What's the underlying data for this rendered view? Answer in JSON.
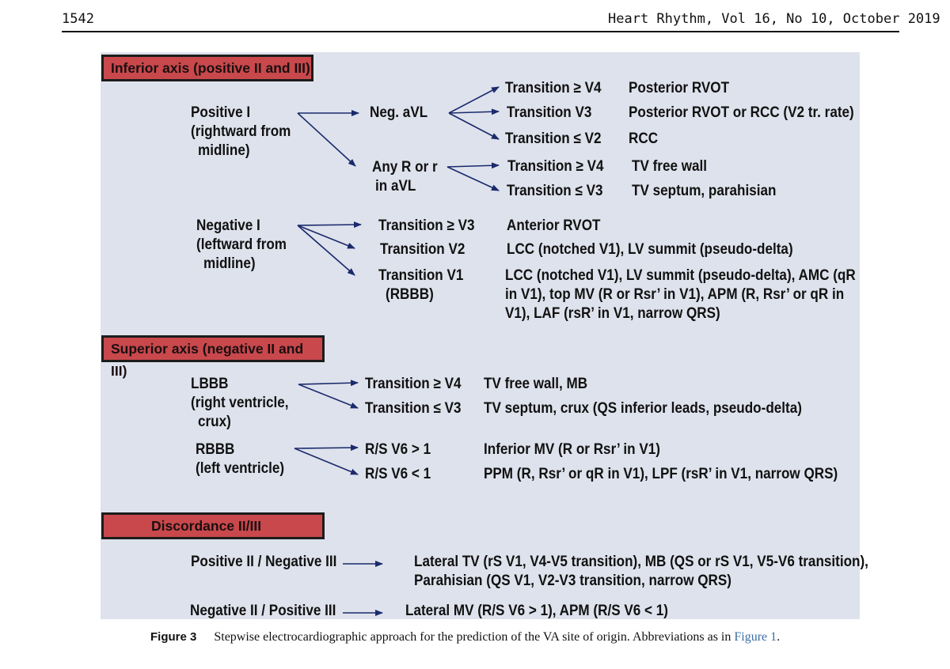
{
  "header": {
    "page_number": "1542",
    "journal": "Heart Rhythm, Vol 16, No 10, October 2019"
  },
  "sections": {
    "inferior": "Inferior axis (positive II and III)",
    "superior": "Superior axis (negative II and III)",
    "discordance": "Discordance II/III"
  },
  "inferior": {
    "pos_i": [
      "Positive I",
      "(rightward from",
      "midline)"
    ],
    "neg_avl": "Neg. aVL",
    "any_r": [
      "Any R or r",
      "in aVL"
    ],
    "neg_i": [
      "Negative I",
      "(leftward from",
      "midline)"
    ],
    "rows": [
      {
        "transition": "Transition ≥ V4",
        "site": "Posterior RVOT"
      },
      {
        "transition": "Transition V3",
        "site": "Posterior RVOT or RCC (V2 tr. rate)"
      },
      {
        "transition": "Transition ≤ V2",
        "site": "RCC"
      },
      {
        "transition": "Transition ≥ V4",
        "site": "TV free wall"
      },
      {
        "transition": "Transition ≤ V3",
        "site": "TV septum, parahisian"
      },
      {
        "transition": "Transition ≥ V3",
        "site": "Anterior RVOT"
      },
      {
        "transition": "Transition V2",
        "site": "LCC (notched V1), LV summit (pseudo-delta)"
      }
    ],
    "v1_transition": [
      "Transition V1",
      "(RBBB)"
    ],
    "v1_site": [
      "LCC (notched V1), LV summit (pseudo-delta), AMC (qR",
      "in V1), top MV (R or Rsr’ in V1), APM (R, Rsr’ or qR in",
      "V1), LAF (rsR’ in V1, narrow QRS)"
    ]
  },
  "superior": {
    "lbbb": [
      "LBBB",
      "(right ventricle,",
      "crux)"
    ],
    "rbbb": [
      "RBBB",
      "(left ventricle)"
    ],
    "rows": [
      {
        "transition": "Transition ≥ V4",
        "site": "TV free wall, MB"
      },
      {
        "transition": "Transition ≤ V3",
        "site": "TV septum, crux (QS inferior leads, pseudo-delta)"
      },
      {
        "transition": "R/S V6 > 1",
        "site": "Inferior MV (R or Rsr’ in V1)"
      },
      {
        "transition": "R/S V6 < 1",
        "site": "PPM (R, Rsr’ or qR in V1), LPF (rsR’ in V1, narrow QRS)"
      }
    ]
  },
  "discordance": {
    "pos_neg": "Positive II / Negative III",
    "pos_neg_site": [
      "Lateral TV (rS V1, V4-V5 transition), MB (QS or rS V1, V5-V6 transition),",
      "Parahisian (QS V1, V2-V3 transition, narrow QRS)"
    ],
    "neg_pos": "Negative II / Positive III",
    "neg_pos_site": "Lateral MV (R/S V6 > 1), APM (R/S V6 < 1)"
  },
  "caption": {
    "label": "Figure 3",
    "text": "Stepwise electrocardiographic approach for the prediction of the VA site of origin. Abbreviations as in ",
    "ref": "Figure 1",
    "end": "."
  },
  "colors": {
    "panel": "#dee2ec",
    "header_box": "#c8484c",
    "arrow": "#1a2a6c",
    "link": "#3a6ea5"
  }
}
